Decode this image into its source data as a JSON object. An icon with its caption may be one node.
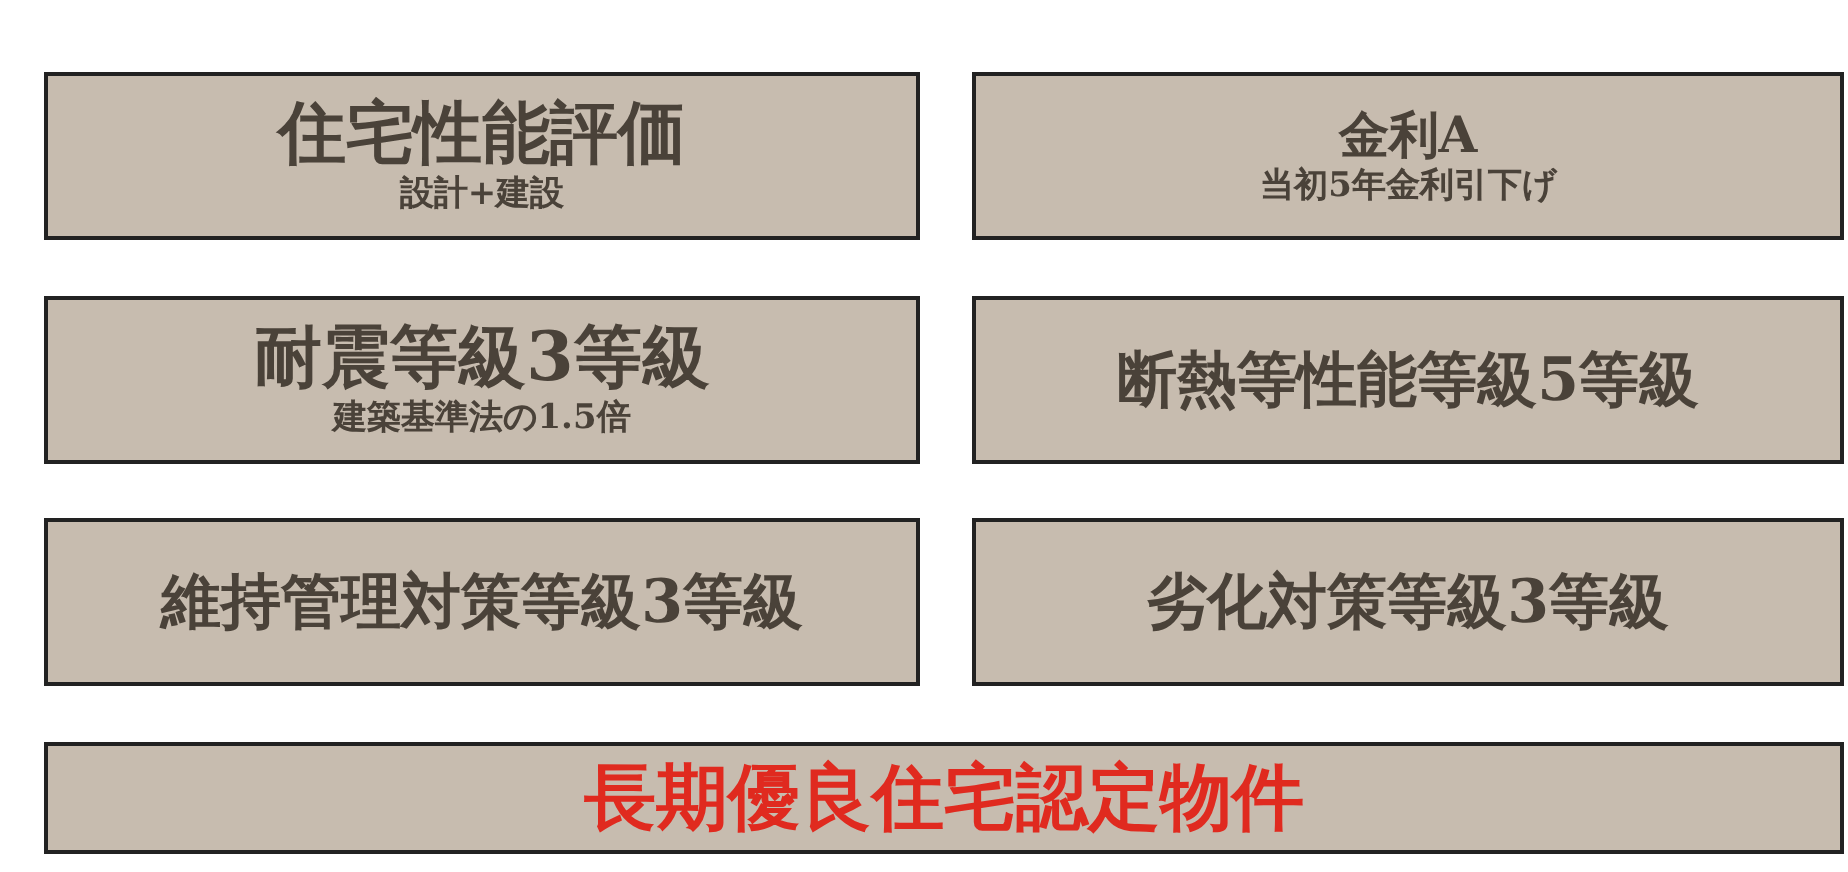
{
  "diagram": {
    "nodes": [
      {
        "text": [
          "住宅性能評価",
          "設計+建設"
        ]
      },
      {
        "text": [
          "金利A",
          "当初5年金利引下げ"
        ]
      },
      {
        "text": [
          "耐震等級3等級",
          "建築基準法の1.5倍"
        ]
      },
      {
        "text": [
          "断熱等性能等級5等級"
        ]
      },
      {
        "text": [
          "維持管理対策等級3等級"
        ]
      },
      {
        "text": [
          "劣化対策等級3等級"
        ]
      },
      {
        "text": [
          "長期優良住宅認定物件"
        ]
      }
    ]
  }
}
